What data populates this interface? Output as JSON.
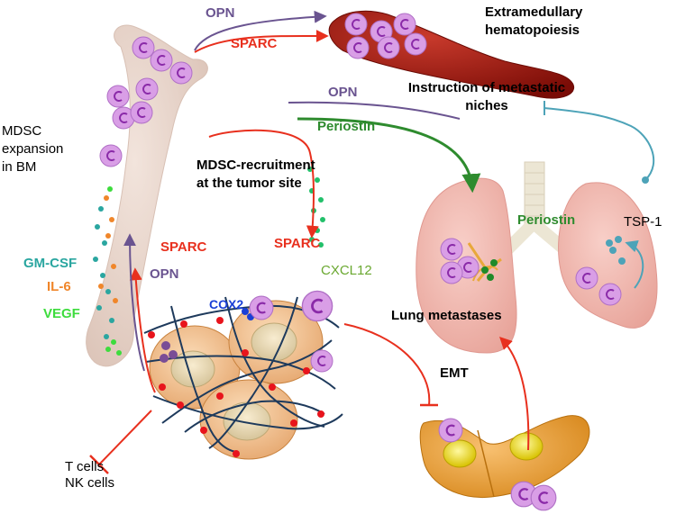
{
  "labels": {
    "opn_top": "OPN",
    "sparc_top": "SPARC",
    "extramedullary": "Extramedullary hematopoiesis",
    "opn_mid": "OPN",
    "instruction": "Instruction of metastatic niches",
    "periostin_top": "Periostin",
    "mdsc_expansion": "MDSC expansion in BM",
    "mdsc_recruitment": "MDSC-recruitment at the tumor site",
    "periostin_lung": "Periostin",
    "tsp1": "TSP-1",
    "sparc_left": "SPARC",
    "sparc_center": "SPARC",
    "gm_csf": "GM-CSF",
    "cxcl12": "CXCL12",
    "opn_left": "OPN",
    "il6": "IL-6",
    "cox2": "COX2",
    "lung_metastases": "Lung metastases",
    "vegf": "VEGF",
    "emt": "EMT",
    "t_cells": "T cells",
    "nk_cells": "NK cells"
  },
  "colors": {
    "opn": "#6a5490",
    "sparc": "#e8301e",
    "periostin": "#2e8b2e",
    "tsp1": "#4da3b8",
    "gm_csf": "#2aa6a0",
    "il6": "#f0862a",
    "vegf": "#3ddc3d",
    "cox2": "#1a3fd6",
    "cxcl12": "#6aa830",
    "mdsc_fill": "#d99ee6",
    "bone": "#e8d6cc",
    "spleen": "#a01810",
    "lung": "#f2b8b0",
    "tumor_cell": "#f3c79c"
  },
  "icons": [
    "mdsc-cell-icon",
    "bone-marrow-icon",
    "spleen-icon",
    "lungs-icon",
    "tumor-cells-icon",
    "emt-cells-icon"
  ]
}
